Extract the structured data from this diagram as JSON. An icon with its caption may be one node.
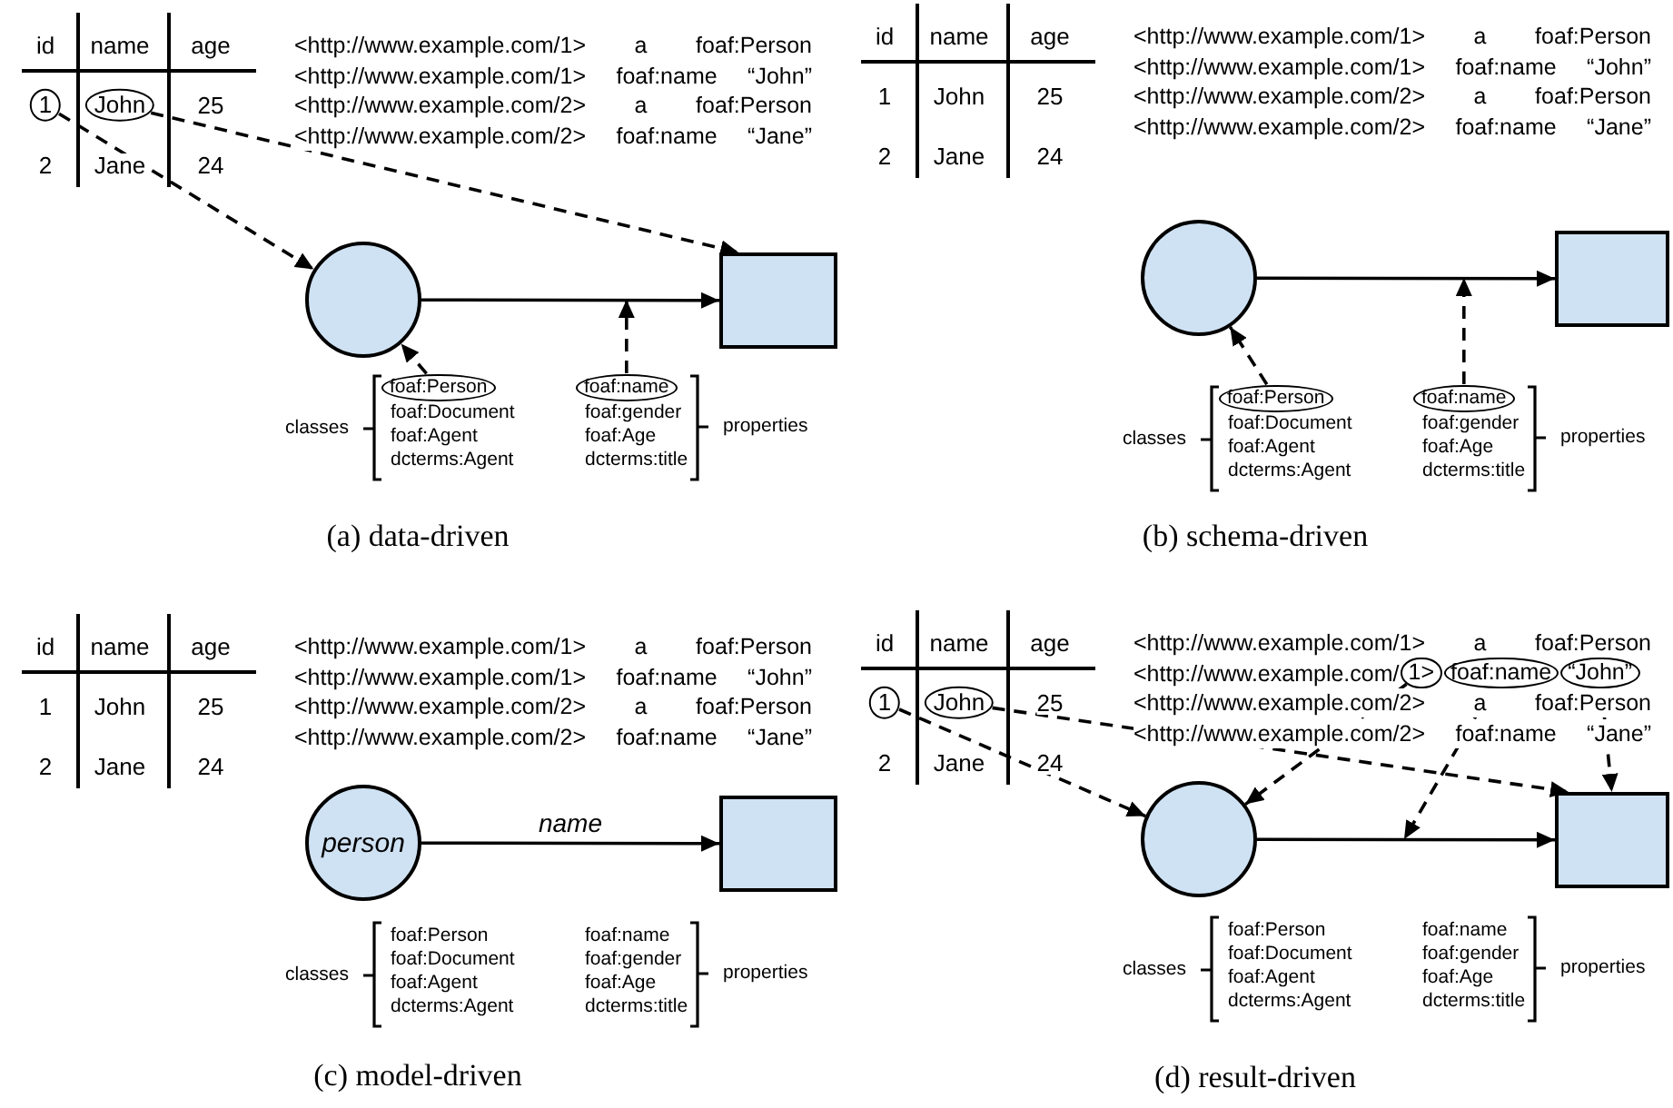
{
  "diagram": {
    "nodes": [
      {
        "text": [
          "1"
        ]
      },
      {
        "text": [
          "John"
        ]
      },
      {
        "text": [],
        "shape": "circle"
      },
      {
        "text": [],
        "shape": "box"
      },
      {
        "text": [
          "foaf:Person"
        ]
      },
      {
        "text": [
          "foaf:name"
        ]
      },
      {
        "text": [],
        "shape": "circle"
      },
      {
        "text": [],
        "shape": "box"
      },
      {
        "text": [
          "foaf:Person"
        ]
      },
      {
        "text": [
          "foaf:name"
        ]
      },
      {
        "text": [
          "person"
        ]
      },
      {
        "text": [],
        "shape": "box"
      },
      {
        "text": [
          "1"
        ]
      },
      {
        "text": [
          "John"
        ]
      },
      {
        "text": [
          "1>"
        ]
      },
      {
        "text": [
          "foaf:name"
        ]
      },
      {
        "text": [
          "“John”"
        ]
      },
      {
        "text": [],
        "shape": "circle"
      },
      {
        "text": [],
        "shape": "box"
      }
    ],
    "edges": [
      {
        "from": 0,
        "to": 2,
        "arrow": "to",
        "style": "dashed"
      },
      {
        "from": 1,
        "to": 3,
        "arrow": "to",
        "style": "dashed"
      },
      {
        "from": 2,
        "to": 3,
        "arrow": "to"
      },
      {
        "from": 4,
        "to": 2,
        "arrow": "to",
        "style": "dashed"
      },
      {
        "from": 5,
        "to": null,
        "arrow": "to",
        "style": "dashed"
      },
      {
        "from": 6,
        "to": 7,
        "arrow": "to"
      },
      {
        "from": 8,
        "to": 6,
        "arrow": "to",
        "style": "dashed"
      },
      {
        "from": 9,
        "to": null,
        "arrow": "to",
        "style": "dashed"
      },
      {
        "from": 10,
        "to": 11,
        "arrow": "to",
        "label": "name"
      },
      {
        "from": 12,
        "to": 17,
        "arrow": "to",
        "style": "dashed"
      },
      {
        "from": 13,
        "to": 18,
        "arrow": "to",
        "style": "dashed"
      },
      {
        "from": 14,
        "to": 17,
        "arrow": "to",
        "style": "dashed"
      },
      {
        "from": 15,
        "to": null,
        "arrow": "to",
        "style": "dashed"
      },
      {
        "from": 16,
        "to": 18,
        "arrow": "to",
        "style": "dashed"
      },
      {
        "from": 17,
        "to": 18,
        "arrow": "to"
      }
    ],
    "labels": [
      "id",
      "name",
      "age",
      "25",
      "2",
      "Jane",
      "24",
      "<http://www.example.com/1> a foaf:Person",
      "<http://www.example.com/1> foaf:name “John”",
      "<http://www.example.com/2> a foaf:Person",
      "<http://www.example.com/2> foaf:name “Jane”",
      "classes",
      "foaf:Document",
      "foaf:Agent",
      "dcterms:Agent",
      "foaf:gender",
      "foaf:Age",
      "dcterms:title",
      "properties",
      "(a) data-driven",
      "id",
      "name",
      "age",
      "1",
      "John",
      "25",
      "2",
      "Jane",
      "24",
      "<http://www.example.com/1> a foaf:Person",
      "<http://www.example.com/1> foaf:name “John”",
      "<http://www.example.com/2> a foaf:Person",
      "<http://www.example.com/2> foaf:name “Jane”",
      "classes",
      "foaf:Document",
      "foaf:Agent",
      "dcterms:Agent",
      "foaf:gender",
      "foaf:Age",
      "dcterms:title",
      "properties",
      "(b) schema-driven",
      "id",
      "name",
      "age",
      "1",
      "John",
      "25",
      "2",
      "Jane",
      "24",
      "<http://www.example.com/1> a foaf:Person",
      "<http://www.example.com/1> foaf:name “John”",
      "<http://www.example.com/2> a foaf:Person",
      "<http://www.example.com/2> foaf:name “Jane”",
      "classes",
      "foaf:Person",
      "foaf:Document",
      "foaf:Agent",
      "dcterms:Agent",
      "foaf:name",
      "foaf:gender",
      "foaf:Age",
      "dcterms:title",
      "properties",
      "(c) model-driven",
      "id",
      "name",
      "age",
      "25",
      "2",
      "Jane",
      "24",
      "<http://www.example.com/1> a foaf:Person",
      "<http://www.example.com/",
      "<http://www.example.com/2> a foaf:Person",
      "<http://www.example.com/2> foaf:name “Jane”",
      "classes",
      "foaf:Person",
      "foaf:Document",
      "foaf:Agent",
      "dcterms:Agent",
      "foaf:name",
      "foaf:gender",
      "foaf:Age",
      "dcterms:title",
      "properties",
      "(d) result-driven"
    ]
  }
}
